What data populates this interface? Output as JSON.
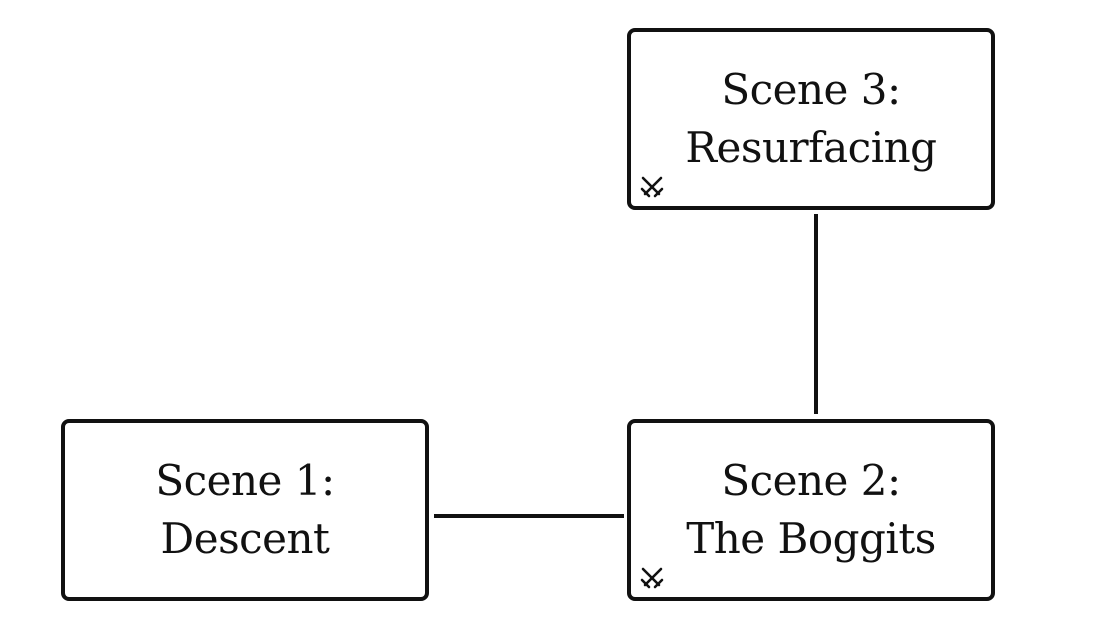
{
  "diagram": {
    "scenes": [
      {
        "id": "scene-1",
        "line1": "Scene 1:",
        "line2": "Descent",
        "combat_icon": null
      },
      {
        "id": "scene-2",
        "line1": "Scene 2:",
        "line2": "The Boggits",
        "combat_icon": "crossed-swords-icon"
      },
      {
        "id": "scene-3",
        "line1": "Scene 3:",
        "line2": "Resurfacing",
        "combat_icon": "crossed-swords-icon"
      }
    ],
    "connections": [
      {
        "from": "scene-1",
        "to": "scene-2"
      },
      {
        "from": "scene-2",
        "to": "scene-3"
      }
    ],
    "colors": {
      "stroke": "#111111",
      "background": "#ffffff"
    }
  }
}
